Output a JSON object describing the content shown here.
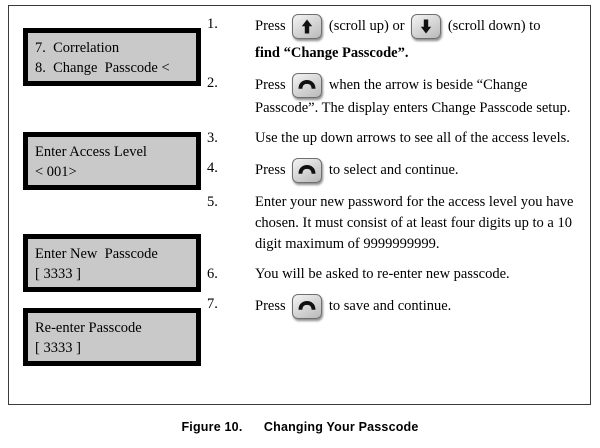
{
  "figure": {
    "caption_label": "Figure 10.",
    "caption_title": "Changing Your Passcode"
  },
  "displays": [
    {
      "name": "menu-display",
      "line1": "7.  Correlation",
      "line2": "8.  Change  Passcode <"
    },
    {
      "name": "access-level-display",
      "line1": "Enter Access Level",
      "line2": "< 001>"
    },
    {
      "name": "new-passcode-display",
      "line1": "Enter New  Passcode",
      "line2": "[ 3333 ]"
    },
    {
      "name": "reenter-passcode-display",
      "line1": "Re-enter Passcode",
      "line2": "[ 3333 ]"
    }
  ],
  "steps": [
    {
      "number": "1.",
      "part1": "Press",
      "icon1": "arrow-up-key-icon",
      "part2": "(scroll up) or",
      "icon2": "arrow-down-key-icon",
      "part3": "(scroll down) to",
      "emphasis": "find “Change Passcode”."
    },
    {
      "number": "2.",
      "part1": "Press",
      "icon1": "enter-key-icon",
      "part2": "when the arrow is beside “Change Passcode”.  The display enters Change Passcode setup."
    },
    {
      "number": "3.",
      "part1": "Use the up down arrows to see all of the access levels."
    },
    {
      "number": "4.",
      "part1": "Press",
      "icon1": "enter-key-icon",
      "part2": "to select and continue."
    },
    {
      "number": "5.",
      "part1": "Enter your new password for the access level you have chosen.  It must consist of at least four digits up to a 10 digit maximum of 9999999999."
    },
    {
      "number": "6.",
      "part1": "You will be asked to re-enter new passcode."
    },
    {
      "number": "7.",
      "part1": "Press",
      "icon1": "enter-key-icon",
      "part2": "to save and continue."
    }
  ],
  "colors": {
    "lcd_background": "#c9c9c9",
    "lcd_bezel": "#000000",
    "frame_border": "#3a3a3a",
    "key_face": "#dcdcdc",
    "text": "#000000"
  }
}
